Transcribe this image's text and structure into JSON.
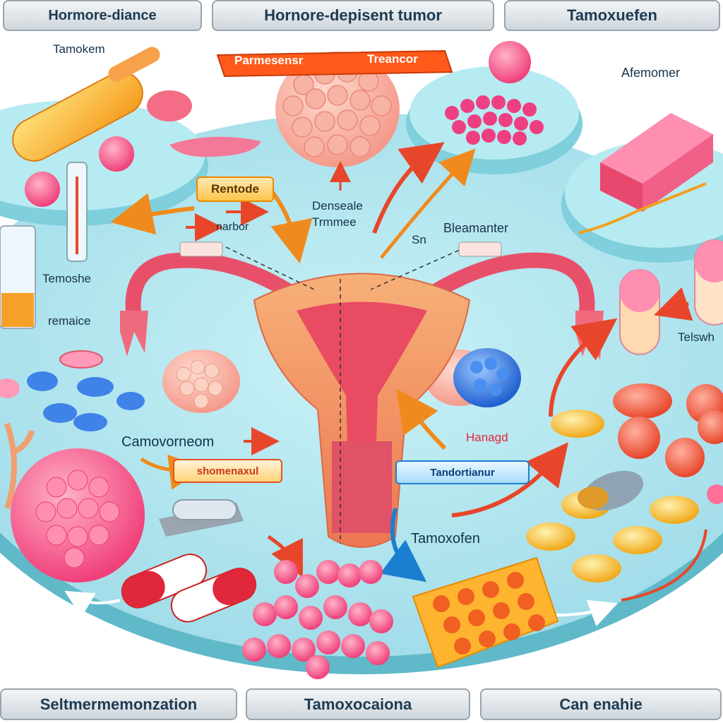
{
  "top_boxes": {
    "left": "Hormore-diance",
    "center": "Hornore-depisent tumor",
    "right": "Tamoxuefen"
  },
  "bottom_boxes": {
    "left": "Seltmermemonzation",
    "center": "Tamoxocaiona",
    "right": "Can enahie"
  },
  "banner": {
    "left": "Parmesensr",
    "right": "Treancor"
  },
  "labels": {
    "tamokem": "Tamokem",
    "afemomer": "Afemomer",
    "rentode": "Rentode",
    "denseale": "Denseale",
    "trmmee": "Trmmee",
    "narbor": "narbor",
    "sn": "Sn",
    "bleamanter": "Bleamanter",
    "temoshe": "Temoshe",
    "remaice": "remaice",
    "telswh": "Telswh",
    "camovorneom": "Camovorneom",
    "shomenaxul": "shomenaxul",
    "hanagd": "Hanagd",
    "tandortianur": "Tandortianur",
    "tamoxofen": "Tamoxofen"
  },
  "colors": {
    "platform": "#aee6ef",
    "platform_rim": "#5fb9c9",
    "uterus": "#f08a5c",
    "tube": "#e8506a",
    "arrow_red": "#e8462a",
    "arrow_orange": "#f08a1c",
    "tumor_pink": "#ff6f9a",
    "tumor_blue": "#2f78e0",
    "text": "#16324a"
  }
}
